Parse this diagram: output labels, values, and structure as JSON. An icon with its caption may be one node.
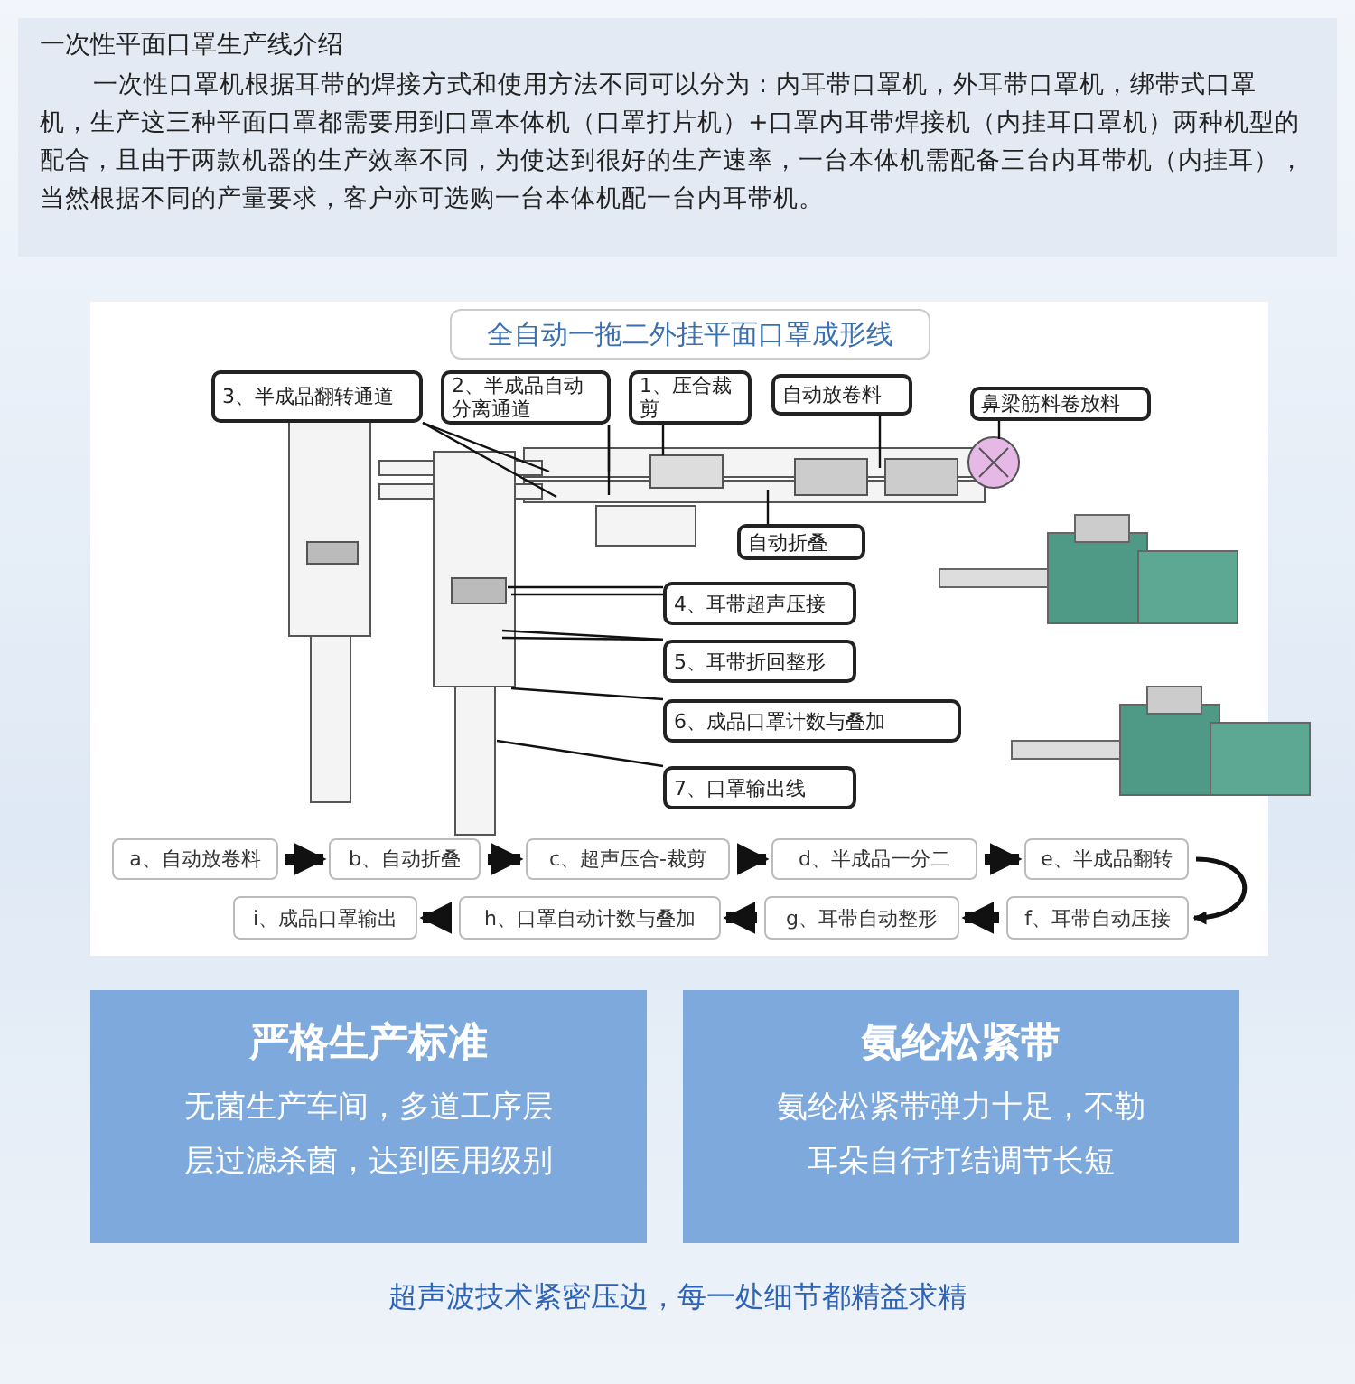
{
  "diagram": {
    "title": "一次性平面口罩生产线介绍",
    "nodes": [
      {
        "text": [
          "全自动一拖二外挂平面口罩成形线"
        ]
      },
      {
        "text": [
          "3、半成品翻转通道"
        ]
      },
      {
        "text": [
          "2、半成品自动分离通道"
        ]
      },
      {
        "text": [
          "1、压合裁剪"
        ]
      },
      {
        "text": [
          "自动放卷料"
        ]
      },
      {
        "text": [
          "鼻梁筋料卷放料"
        ]
      },
      {
        "text": [
          "自动折叠"
        ]
      },
      {
        "text": [
          "4、耳带超声压接"
        ]
      },
      {
        "text": [
          "5、耳带折回整形"
        ]
      },
      {
        "text": [
          "6、成品口罩计数与叠加"
        ]
      },
      {
        "text": [
          "7、口罩输出线"
        ]
      },
      {
        "text": [
          "a、自动放卷料"
        ]
      },
      {
        "text": [
          "b、自动折叠"
        ]
      },
      {
        "text": [
          "c、超声压合-裁剪"
        ]
      },
      {
        "text": [
          "d、半成品一分二"
        ]
      },
      {
        "text": [
          "e、半成品翻转"
        ]
      },
      {
        "text": [
          "f、耳带自动压接"
        ]
      },
      {
        "text": [
          "g、耳带自动整形"
        ]
      },
      {
        "text": [
          "h、口罩自动计数与叠加"
        ]
      },
      {
        "text": [
          "i、成品口罩输出"
        ]
      },
      {
        "text": [
          "严格生产标准",
          "无菌生产车间，多道工序层层过滤杀菌，达到医用级别"
        ]
      },
      {
        "text": [
          "氨纶松紧带",
          "氨纶松紧带弹力十足，不勒耳朵自行打结调节长短"
        ]
      }
    ],
    "edges": [
      {
        "from": 1,
        "to": null,
        "arrow": "none"
      },
      {
        "from": 1,
        "to": null,
        "arrow": "none"
      },
      {
        "from": 2,
        "to": null,
        "arrow": "none"
      },
      {
        "from": 2,
        "to": null,
        "arrow": "none"
      },
      {
        "from": 3,
        "to": null,
        "arrow": "none"
      },
      {
        "from": 4,
        "to": null,
        "arrow": "none"
      },
      {
        "from": 5,
        "to": null,
        "arrow": "none"
      },
      {
        "from": 6,
        "to": null,
        "arrow": "none"
      },
      {
        "from": 7,
        "to": null,
        "arrow": "none"
      },
      {
        "from": 7,
        "to": null,
        "arrow": "none"
      },
      {
        "from": 8,
        "to": null,
        "arrow": "none"
      },
      {
        "from": 8,
        "to": null,
        "arrow": "none"
      },
      {
        "from": 9,
        "to": null,
        "arrow": "none"
      },
      {
        "from": 10,
        "to": null,
        "arrow": "none"
      },
      {
        "from": 11,
        "to": 12,
        "arrow": "to",
        "style": "thick"
      },
      {
        "from": 12,
        "to": 13,
        "arrow": "to",
        "style": "thick"
      },
      {
        "from": 13,
        "to": 14,
        "arrow": "to",
        "style": "thick"
      },
      {
        "from": 14,
        "to": 15,
        "arrow": "to",
        "style": "thick"
      },
      {
        "from": 15,
        "to": 16,
        "arrow": "to"
      },
      {
        "from": 16,
        "to": 17,
        "arrow": "to",
        "style": "thick"
      },
      {
        "from": 17,
        "to": 18,
        "arrow": "to",
        "style": "thick"
      },
      {
        "from": 18,
        "to": 19,
        "arrow": "to",
        "style": "thick"
      }
    ],
    "labels": [
      "一次性口罩机根据耳带的焊接方式和使用方法不同可以分为：内耳带口罩机，外耳带口罩机，绑带式口罩机，生产这三种平面口罩都需要用到口罩本体机（口罩打片机）+口罩内耳带焊接机（内挂耳口罩机）两种机型的配合，且由于两款机器的生产效率不同，为使达到很好的生产速率，一台本体机需配备三台内耳带机（内挂耳），当然根据不同的产量要求，客户亦可选购一台本体机配一台内耳带机。",
      "超声波技术紧密压边，每一处细节都精益求精"
    ]
  }
}
